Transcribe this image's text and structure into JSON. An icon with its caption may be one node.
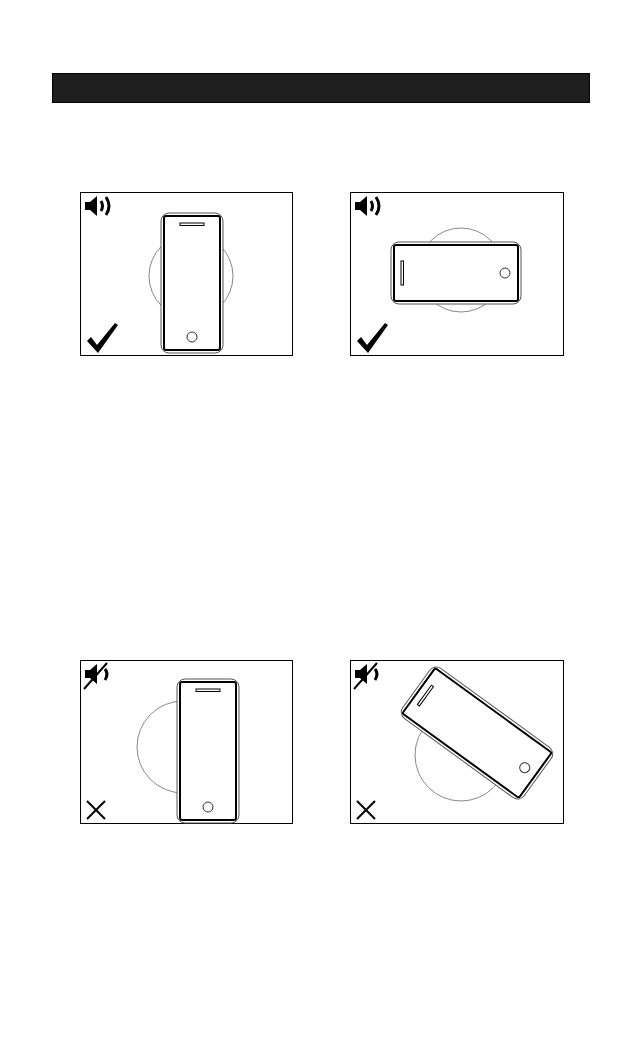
{
  "diagram": {
    "nodes": [
      {
        "text": [],
        "shape": "bar"
      },
      {
        "text": [],
        "shape": "box"
      },
      {
        "text": [],
        "shape": "box"
      },
      {
        "text": [],
        "shape": "box"
      },
      {
        "text": [],
        "shape": "box"
      }
    ]
  }
}
